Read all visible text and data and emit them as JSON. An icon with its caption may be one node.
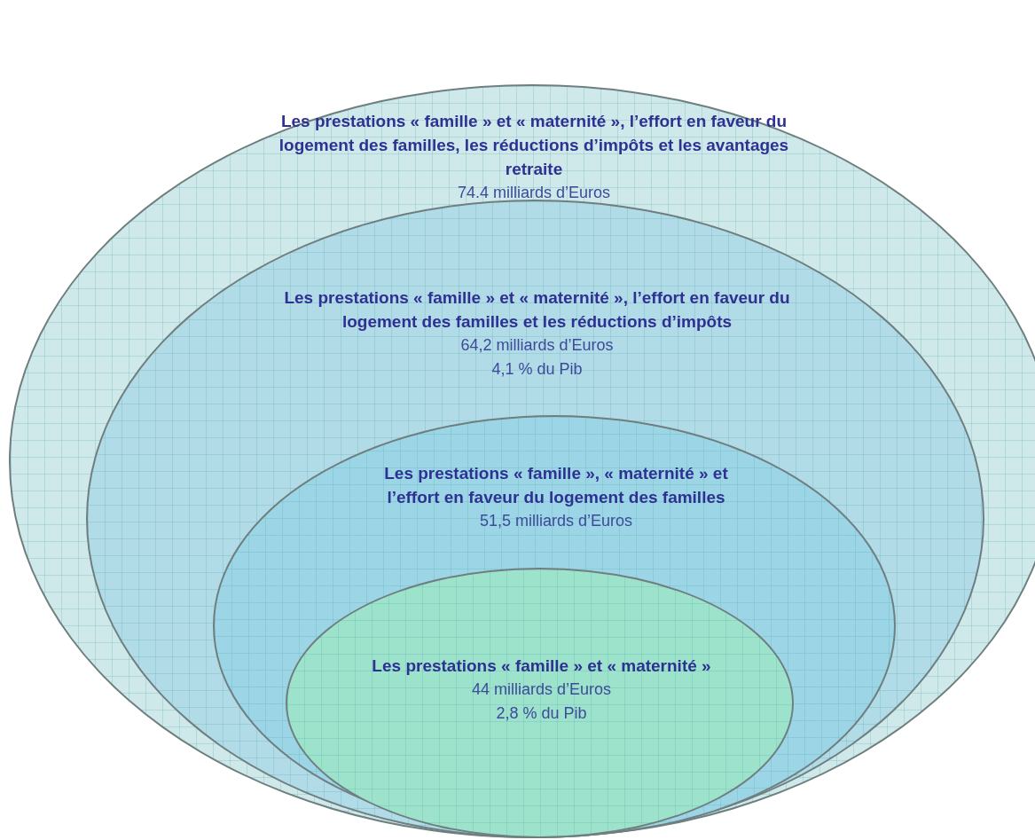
{
  "diagram": {
    "nodes": [
      {
        "text": [
          "Les prestations « famille » et « maternité », l’effort en faveur du logement des familles, les réductions d’impôts et les avantages retraite",
          "74.4 milliards d’Euros"
        ]
      },
      {
        "text": [
          "Les prestations « famille » et « maternité », l’effort en faveur du logement des familles et les réductions d’impôts",
          "64,2 milliards d’Euros",
          "4,1 % du Pib"
        ],
        "in": 0
      },
      {
        "text": [
          "Les prestations « famille », « maternité » et l’effort en faveur du logement des familles",
          "51,5 milliards d’Euros"
        ],
        "in": 1
      },
      {
        "text": [
          "Les prestations « famille » et « maternité »",
          "44 milliards d’Euros",
          "2,8 % du Pib"
        ],
        "in": 2
      }
    ],
    "edges": []
  }
}
